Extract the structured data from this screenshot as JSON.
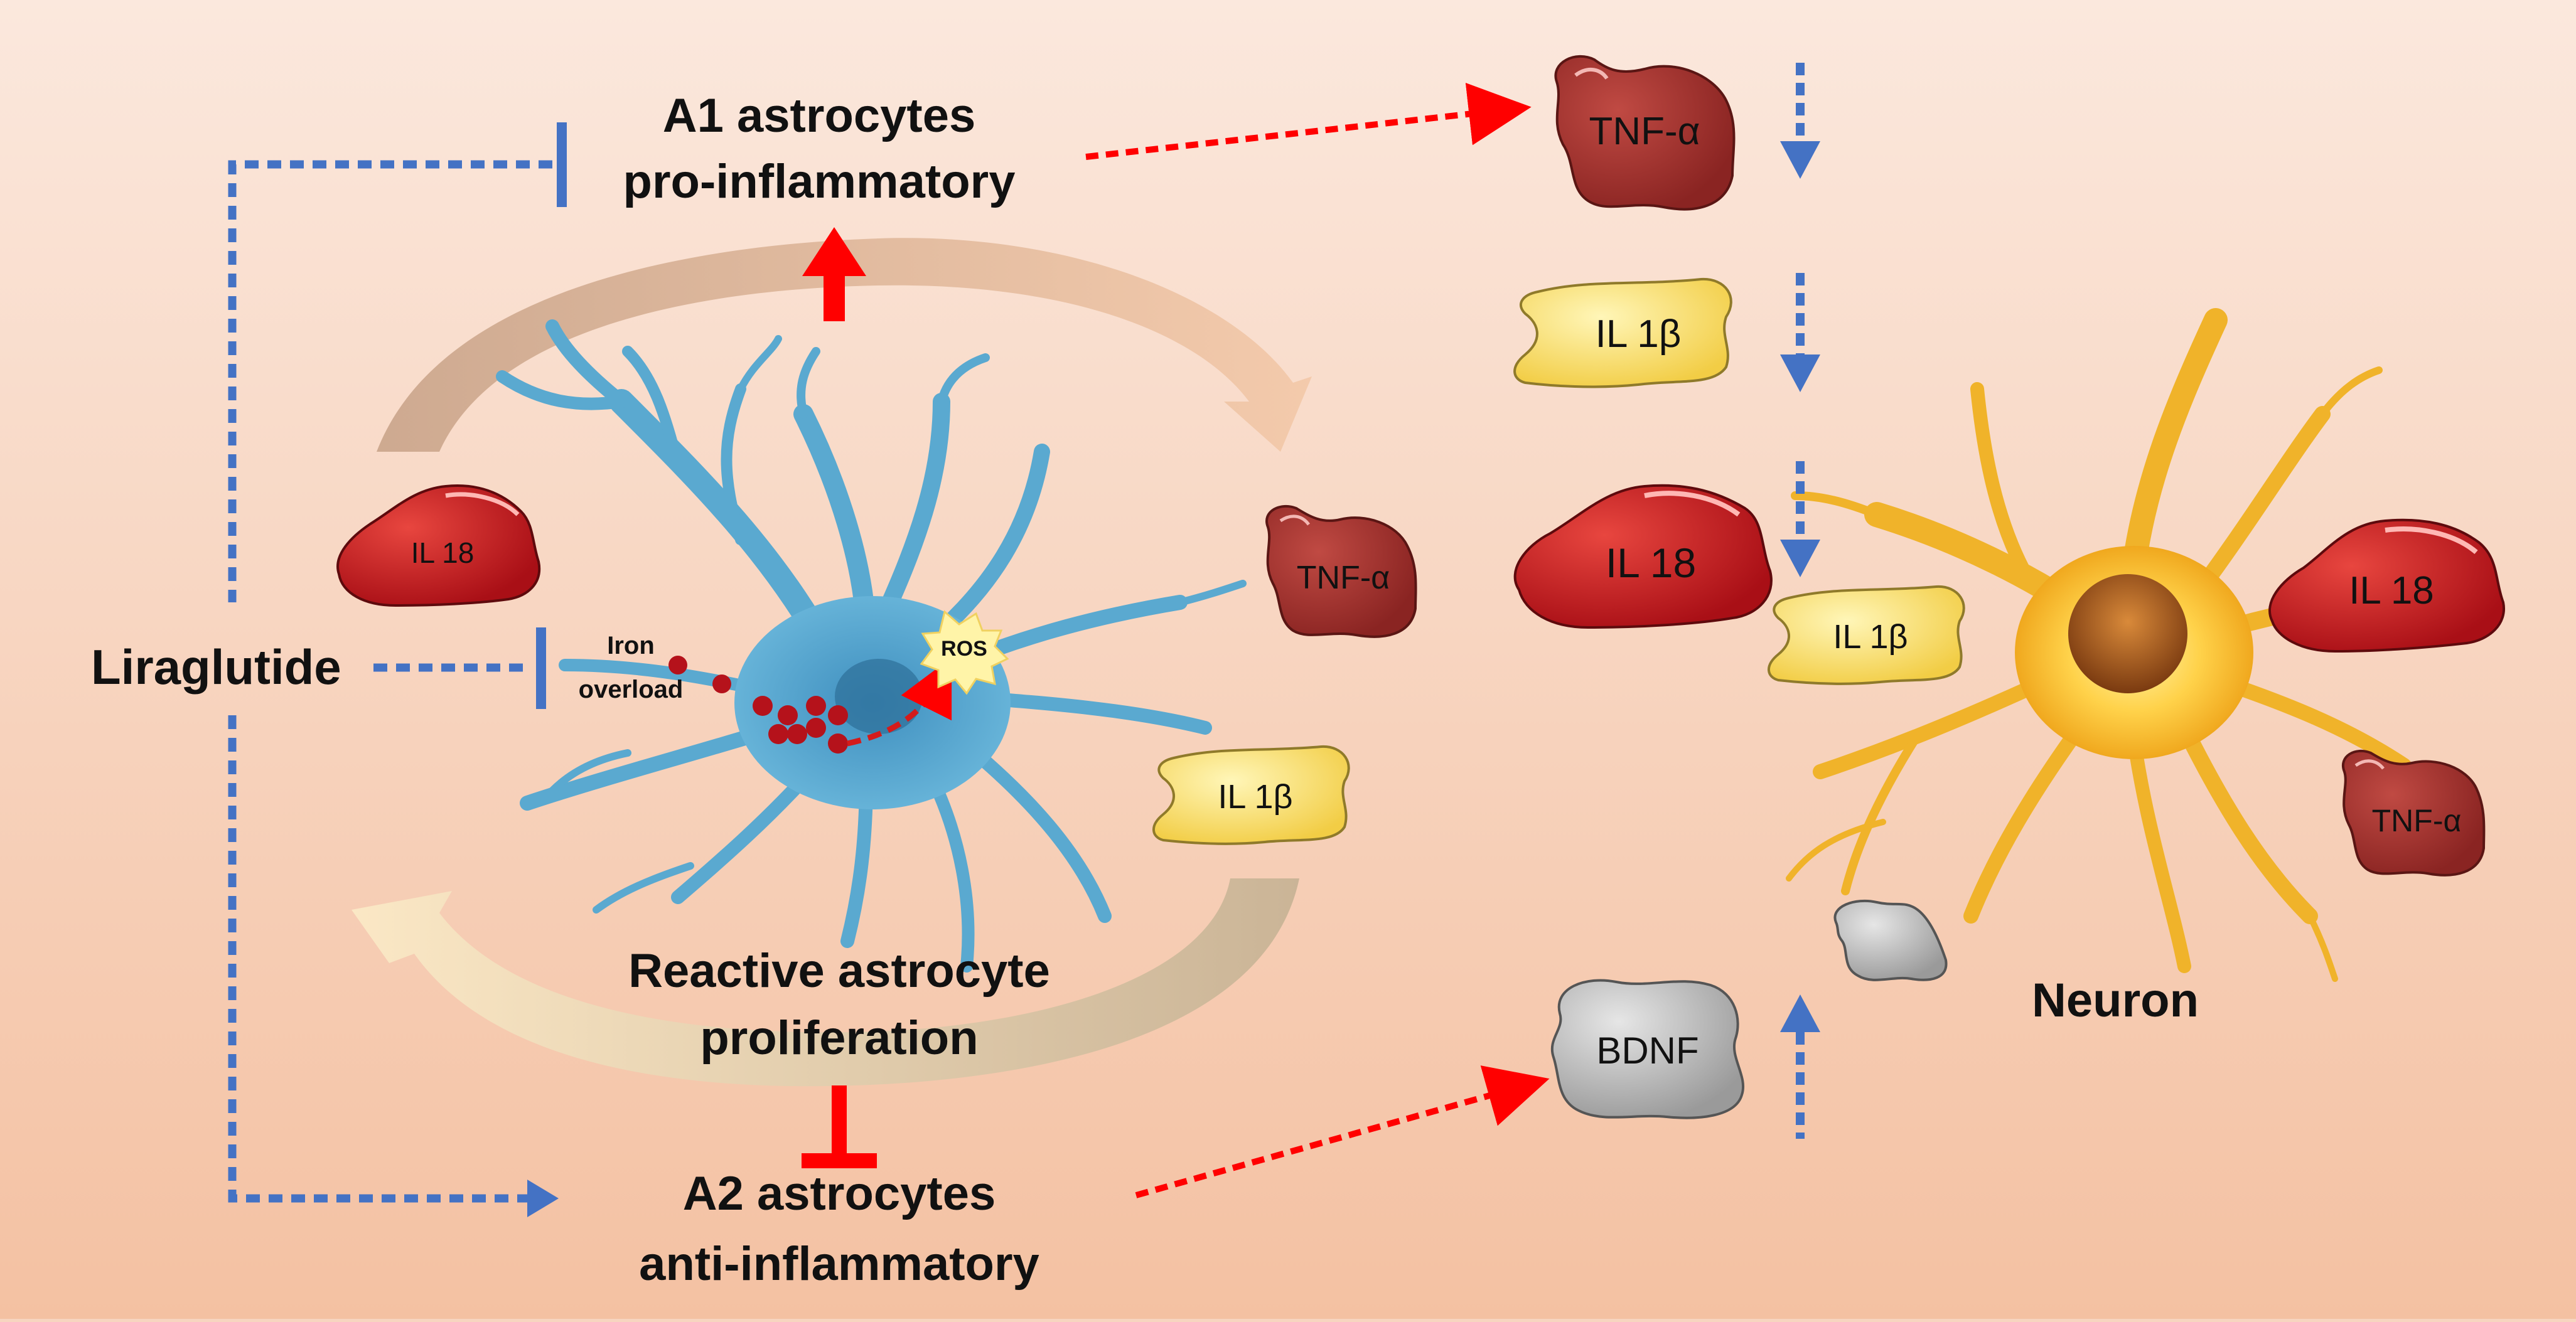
{
  "labels": {
    "a1_line1": "A1 astrocytes",
    "a1_line2": "pro-inflammatory",
    "a2_line1": "A2 astrocytes",
    "a2_line2": "anti-inflammatory",
    "liraglutide": "Liraglutide",
    "reactive_line1": "Reactive astrocyte",
    "reactive_line2": "proliferation",
    "iron_line1": "Iron",
    "iron_line2": "overload",
    "ros": "ROS",
    "neuron": "Neuron"
  },
  "cytokines": {
    "tnf": "TNF-α",
    "il1b": "IL 1β",
    "il18": "IL 18",
    "bdnf": "BDNF"
  },
  "colors": {
    "background_top": "#fbe6da",
    "background_bottom": "#f5c4a6",
    "inhibit_blue": "#4472c4",
    "promote_red": "#ff0000",
    "astrocyte": "#5aa9d0",
    "neuron": "#f0b32a",
    "il18_red": "#c8161d",
    "tnf_brown": "#9b2b28",
    "il1b_yellow": "#f8e27a",
    "bdnf_gray": "#b9b9b9"
  }
}
